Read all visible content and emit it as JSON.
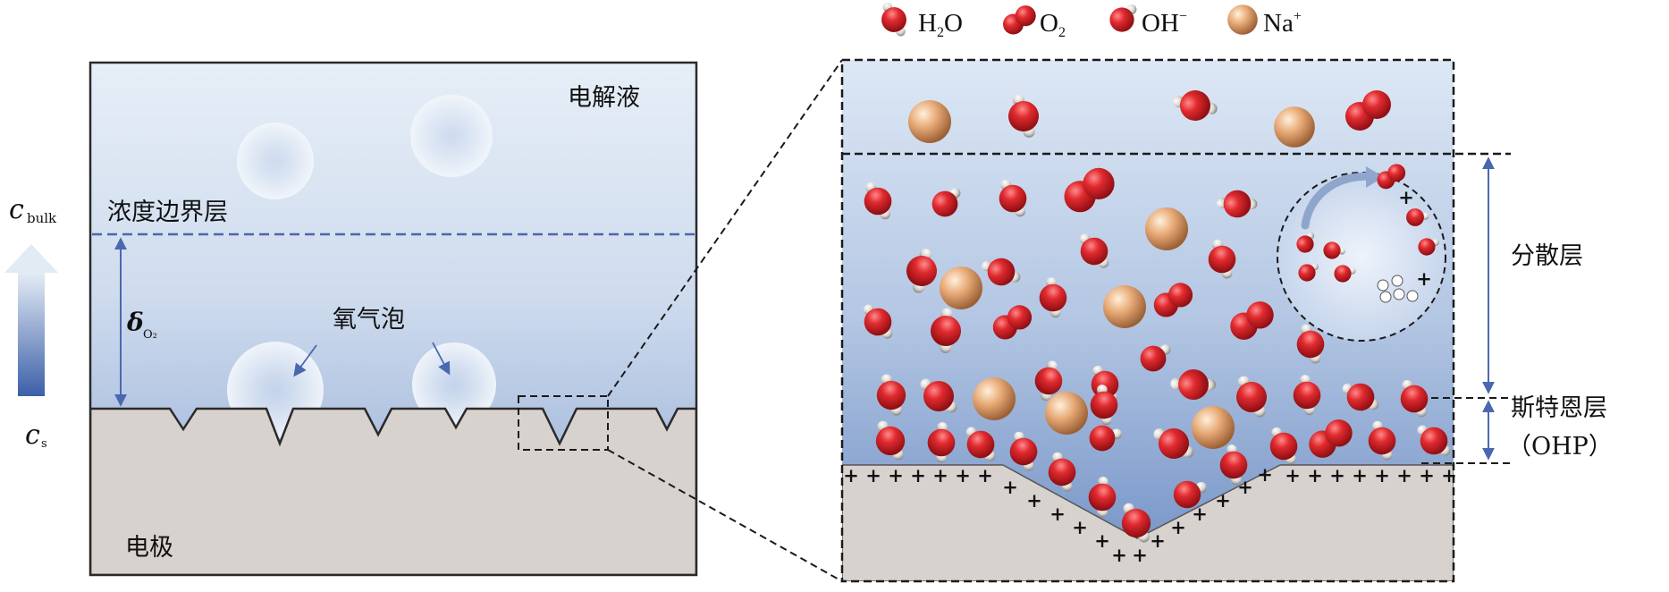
{
  "legend": [
    {
      "key": "h2o",
      "base": "H",
      "sub": "2",
      "rest": "O",
      "sup": ""
    },
    {
      "key": "o2",
      "base": "O",
      "sub": "2",
      "rest": "",
      "sup": ""
    },
    {
      "key": "oh",
      "base": "OH",
      "sub": "",
      "rest": "",
      "sup": "−"
    },
    {
      "key": "na",
      "base": "Na",
      "sub": "",
      "rest": "",
      "sup": "+"
    }
  ],
  "left_panel": {
    "electrolyte": "电解液",
    "boundary_layer": "浓度边界层",
    "oxygen_bubble": "氧气泡",
    "electrode": "电极",
    "delta_symbol": "δ",
    "delta_sub": "O₂",
    "c_bulk_main": "c",
    "c_bulk_sub": "bulk",
    "c_s_main": "c",
    "c_s_sub": "s"
  },
  "right_panel": {
    "diffuse_layer": "分散层",
    "stern_layer": "斯特恩层",
    "ohp": "（OHP）"
  },
  "colors": {
    "o_red": "#d8202a",
    "h_white": "#e8e6e2",
    "na_peach": "#e0a070",
    "electrode": "#d8d2ce",
    "blue_arrow": "#4a68b0",
    "dash_blue": "#4a66ad"
  }
}
